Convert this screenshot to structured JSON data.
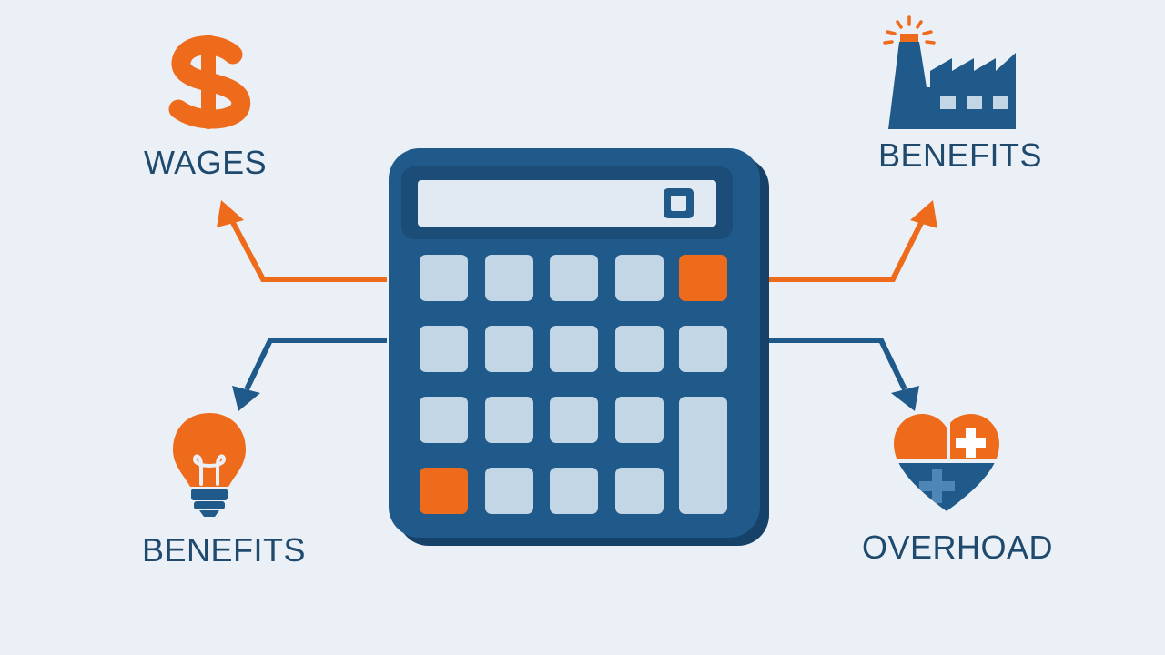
{
  "labels": {
    "wages": "WAGES",
    "benefits_top": "BENEFITS",
    "benefits_bottom": "BENEFITS",
    "overhead": "OVERHOAD"
  },
  "icons": {
    "top_left": "dollar-sign-icon",
    "top_right": "factory-icon",
    "bottom_left": "lightbulb-icon",
    "bottom_right": "heart-with-crosses-icon",
    "center": "calculator-icon"
  },
  "colors": {
    "background": "#eaf0f6",
    "navy": "#1f5a8a",
    "navy_dark": "#1f4a6e",
    "orange": "#ee6b1c",
    "key": "#c3d6e6"
  }
}
